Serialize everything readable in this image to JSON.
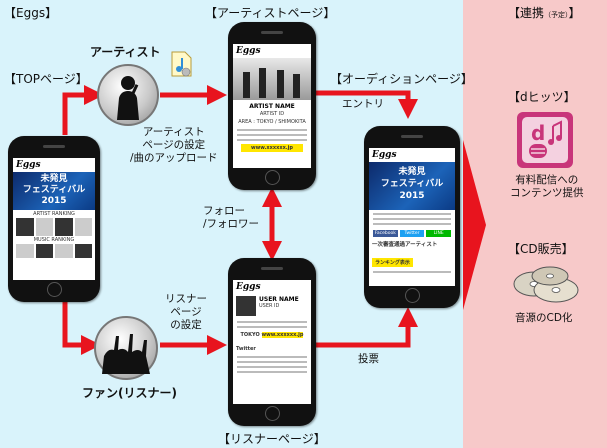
{
  "labels": {
    "eggs": "【Eggs】",
    "top_page": "【TOPページ】",
    "artist_page": "【アーティストページ】",
    "audition_page": "【オーディションページ】",
    "listener_page": "【リスナーページ】",
    "renkei": "【連携",
    "renkei_note": "（予定）",
    "renkei_close": "】",
    "artist": "アーティスト",
    "fan": "ファン(リスナー)",
    "artist_settings": [
      "アーティスト",
      "ページの設定",
      "/曲のアップロード"
    ],
    "listener_settings": [
      "リスナー",
      "ページ",
      "の設定"
    ],
    "entry": "エントリ",
    "follow": [
      "フォロー",
      "/フォロワー"
    ],
    "vote": "投票",
    "d_hits": "【dヒッツ】",
    "d_hits_desc": [
      "有料配信への",
      "コンテンツ提供"
    ],
    "cd_sales": "【CD販売】",
    "cd_desc": "音源のCD化"
  },
  "screens": {
    "eggs_logo": "Eggs",
    "top": {
      "banner": [
        "未発見",
        "フェスティバル",
        "2015"
      ],
      "artist_ranking": "ARTIST RANKING",
      "music_ranking": "MUSIC RANKING"
    },
    "artist": {
      "name": "ARTIST NAME",
      "id": "ARTIST ID",
      "area": "AREA : TOKYO / SHIMOKITA",
      "url": "www.xxxxxx.jp"
    },
    "listener": {
      "name": "USER NAME",
      "id": "USER ID",
      "area": "TOKYO",
      "url": "www.xxxxxx.jp",
      "section": "Twitter"
    },
    "audition": {
      "banner": [
        "未発見",
        "フェスティバル",
        "2015"
      ],
      "section": "一次審査通過アーティスト",
      "tab": "ランキング表示",
      "buttons": [
        "Facebook",
        "Twitter",
        "LINE"
      ]
    }
  },
  "colors": {
    "arrow": "#e8141e",
    "main_bg": "#d9f3fb",
    "side_bg": "#f7c9c9",
    "service_pink": "#c8357a"
  }
}
